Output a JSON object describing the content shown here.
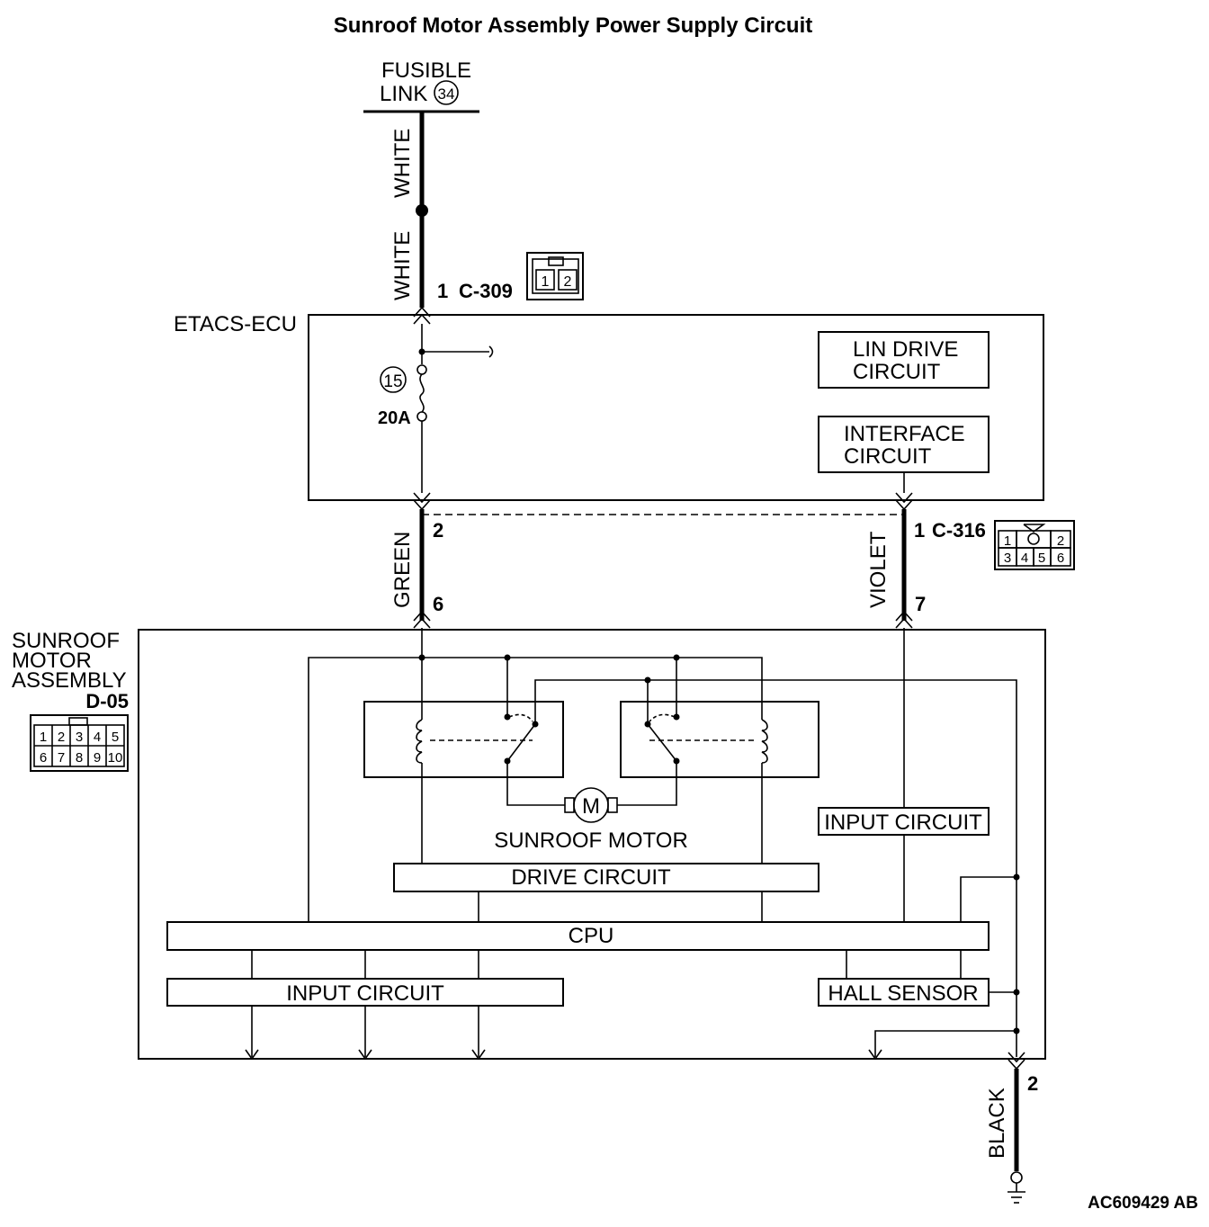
{
  "title": "Sunroof Motor Assembly Power Supply Circuit",
  "fusible_link": {
    "line1": "FUSIBLE",
    "line2": "LINK",
    "number": "34"
  },
  "wires": {
    "upper_white": "WHITE",
    "lower_white": "WHITE",
    "green": "GREEN",
    "violet": "VIOLET",
    "black": "BLACK"
  },
  "connectors": {
    "c309": {
      "pin": "1",
      "name": "C-309",
      "cells": [
        "1",
        "2"
      ]
    },
    "c316": {
      "pin": "1",
      "name": "C-316",
      "cells_top": [
        "1",
        "2"
      ],
      "cells_bottom": [
        "3",
        "4",
        "5",
        "6"
      ]
    },
    "d05": {
      "name": "D-05",
      "cells_top": [
        "1",
        "2",
        "3",
        "4",
        "5"
      ],
      "cells_bottom": [
        "6",
        "7",
        "8",
        "9",
        "10"
      ]
    }
  },
  "etacs": {
    "label": "ETACS-ECU",
    "fuse_number": "15",
    "fuse_rating": "20A",
    "lin_drive": [
      "LIN DRIVE",
      "CIRCUIT"
    ],
    "interface": [
      "INTERFACE",
      "CIRCUIT"
    ]
  },
  "pins": {
    "green_top": "2",
    "green_bottom": "6",
    "violet_bottom": "7",
    "black": "2"
  },
  "motor_assembly": {
    "label_lines": [
      "SUNROOF",
      "MOTOR",
      "ASSEMBLY"
    ],
    "motor_symbol": "M",
    "motor_label": "SUNROOF MOTOR",
    "drive_circuit": "DRIVE CIRCUIT",
    "input_circuit_right": "INPUT CIRCUIT",
    "cpu": "CPU",
    "input_circuit_left": "INPUT CIRCUIT",
    "hall_sensor": "HALL SENSOR"
  },
  "figure_code": "AC609429 AB"
}
